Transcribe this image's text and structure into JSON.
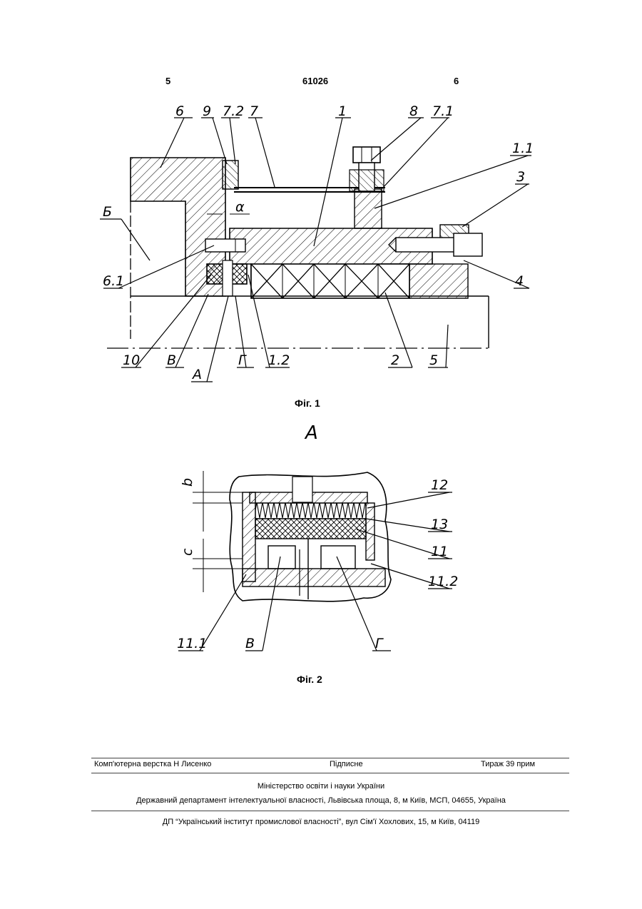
{
  "header": {
    "left_page": "5",
    "doc_number": "61026",
    "right_page": "6"
  },
  "fig1": {
    "caption": "Фіг. 1",
    "labels": {
      "l6": "6",
      "l9": "9",
      "l72": "7.2",
      "l7": "7",
      "l1": "1",
      "l8": "8",
      "l71": "7.1",
      "l11": "1.1",
      "l3": "3",
      "lB": "Б",
      "lalpha": "α",
      "l61": "6.1",
      "l4": "4",
      "l10": "10",
      "lV": "В",
      "lA": "А",
      "lG": "Г",
      "l12": "1.2",
      "l2": "2",
      "l5": "5"
    }
  },
  "fig2": {
    "view_label": "А",
    "caption": "Фіг. 2",
    "labels": {
      "lb": "b",
      "lc": "c",
      "l12": "12",
      "l13": "13",
      "l11": "11",
      "l112": "11.2",
      "l111": "11.1",
      "lV": "В",
      "lG": "Г"
    }
  },
  "footer": {
    "typesetting": "Комп'ютерна верстка Н  Лисенко",
    "subscription": "Підписне",
    "circulation": "Тираж 39 прим",
    "ministry": "Міністерство освіти і науки України",
    "department": "Державний департамент інтелектуальної власності, Львівська площа, 8, м  Київ, МСП, 04655, Україна",
    "institute": "ДП “Український інститут промислової власності”, вул  Сім'ї Хохлових, 15, м  Київ, 04119"
  }
}
